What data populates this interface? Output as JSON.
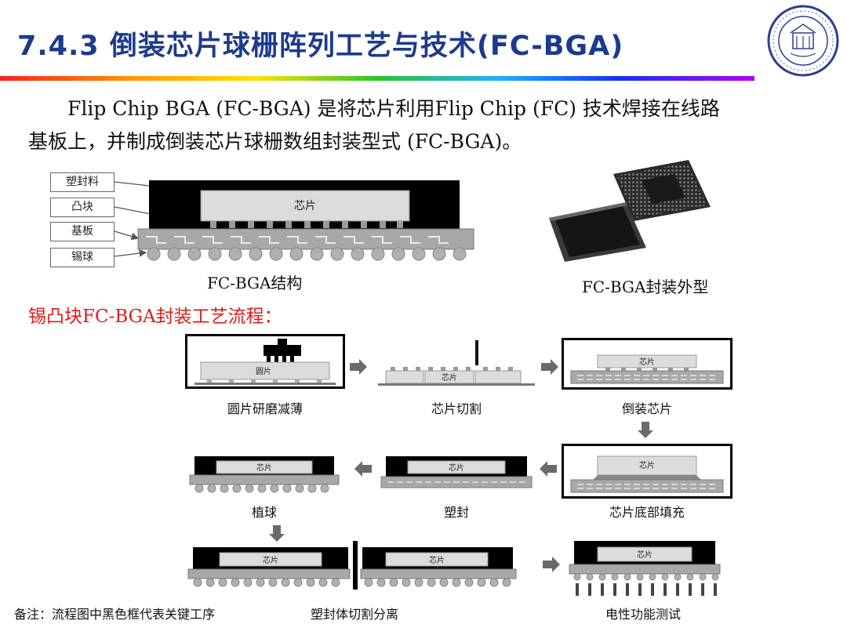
{
  "header": {
    "title": "7.4.3 倒装芯片球栅阵列工艺与技术(FC-BGA)",
    "colors": {
      "title": "#1c3a8e",
      "highlight": "#e01b1b"
    }
  },
  "intro": {
    "line1": "Flip Chip BGA (FC-BGA) 是将芯片利用Flip Chip (FC) 技术焊接在线路",
    "line2": "基板上，并制成倒装芯片球栅数组封装型式 (FC-BGA)。"
  },
  "structure": {
    "labels": [
      "塑封料",
      "凸块",
      "基板",
      "锡球"
    ],
    "chip_text": "芯片",
    "caption": "FC-BGA结构"
  },
  "package": {
    "caption": "FC-BGA封装外型"
  },
  "process": {
    "heading": "锡凸块FC-BGA封装工艺流程：",
    "chip_text": "芯片",
    "wafer_text": "圆片",
    "steps": [
      "圆片研磨减薄",
      "芯片切割",
      "倒装芯片",
      "芯片底部填充",
      "塑封",
      "植球",
      "塑封体切割分离",
      "电性功能测试"
    ]
  },
  "note": "备注：流程图中黑色框代表关键工序"
}
